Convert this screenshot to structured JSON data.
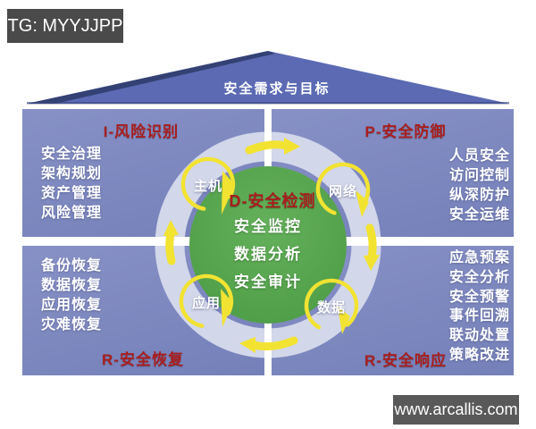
{
  "badges": {
    "tg": "TG: MYYJJPP",
    "website": "www.arcallis.com"
  },
  "roof": {
    "title": "安全需求与目标"
  },
  "quadrants": {
    "risk_identification": {
      "title": "I-风险识别",
      "items": [
        "安全治理",
        "架构规划",
        "资产管理",
        "风险管理"
      ]
    },
    "defense": {
      "title": "P-安全防御",
      "items": [
        "人员安全",
        "访问控制",
        "纵深防护",
        "安全运维"
      ]
    },
    "recovery": {
      "title": "R-安全恢复",
      "items": [
        "备份恢复",
        "数据恢复",
        "应用恢复",
        "灾难恢复"
      ]
    },
    "response": {
      "title": "R-安全响应",
      "items": [
        "应急预案",
        "安全分析",
        "安全预警",
        "事件回溯",
        "联动处置",
        "策略改进"
      ]
    }
  },
  "center": {
    "title": "D-安全检测",
    "items": [
      "安全监控",
      "数据分析",
      "安全审计"
    ]
  },
  "ring_nodes": [
    "主机",
    "网络",
    "应用",
    "数据"
  ],
  "colors": {
    "panel_blue": "#7c87be",
    "roof_blue": "#5b6ab3",
    "roof_edge": "#2e3a69",
    "ring_gray": "#d2d7ea",
    "core_green": "#55a44c",
    "arrow_yellow": "#f2e332",
    "title_red": "#a81e1e",
    "badge_dark": "#4a4a4a"
  }
}
